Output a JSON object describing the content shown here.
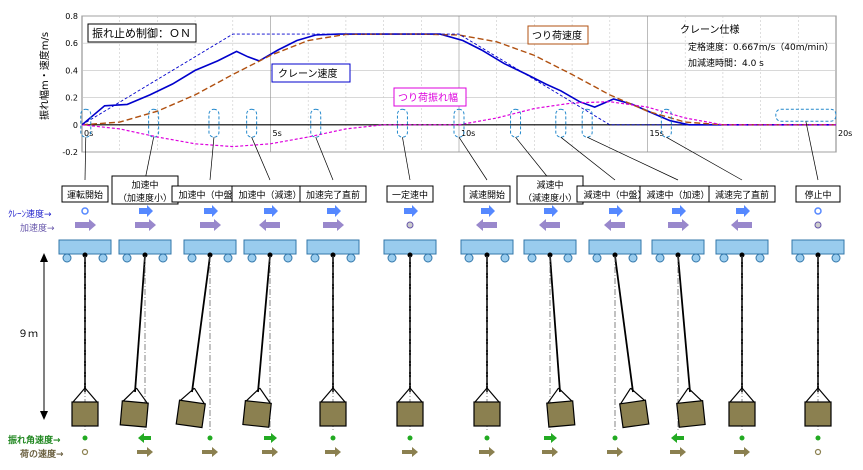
{
  "chart_data": {
    "type": "line",
    "title": "振れ止め制御：ＯＮ",
    "ylabel": "振れ幅m・速度m/s",
    "xlim": [
      0,
      20
    ],
    "ylim": [
      -0.2,
      0.8
    ],
    "x_ticks": [
      "0s",
      "5s",
      "10s",
      "15s",
      "20s"
    ],
    "y_ticks": [
      "0.8",
      "0.6",
      "0.4",
      "0.2",
      "0",
      "-0.2"
    ],
    "series": [
      {
        "name": "クレーン速度",
        "color": "#0000cc",
        "x": [
          0,
          0.6,
          1.2,
          1.8,
          2.4,
          3.0,
          3.6,
          4.1,
          4.4,
          4.7,
          5.2,
          5.7,
          6.2,
          6.8,
          8,
          9.5,
          10.1,
          10.6,
          11.2,
          11.8,
          12.3,
          12.7,
          13.2,
          13.6,
          14.1,
          14.6,
          15.1,
          15.6,
          16.1,
          16.5,
          17,
          20
        ],
        "y": [
          0,
          0.14,
          0.15,
          0.22,
          0.3,
          0.4,
          0.47,
          0.54,
          0.5,
          0.47,
          0.55,
          0.62,
          0.66,
          0.667,
          0.667,
          0.667,
          0.62,
          0.55,
          0.45,
          0.37,
          0.3,
          0.25,
          0.17,
          0.13,
          0.19,
          0.15,
          0.09,
          0.03,
          0.0,
          0.0,
          0.0,
          0.0
        ]
      },
      {
        "name": "つり荷速度",
        "color": "#b05010",
        "x": [
          0,
          1,
          2,
          3,
          4,
          5,
          6,
          7,
          8,
          9,
          10,
          11,
          12,
          13,
          14,
          15,
          16,
          17,
          20
        ],
        "y": [
          0,
          0.02,
          0.1,
          0.22,
          0.37,
          0.51,
          0.62,
          0.665,
          0.667,
          0.667,
          0.66,
          0.61,
          0.51,
          0.37,
          0.22,
          0.1,
          0.02,
          0,
          0
        ]
      },
      {
        "name": "つり荷振れ幅",
        "color": "#dd00dd",
        "x": [
          0,
          1,
          2,
          3,
          4,
          5,
          6,
          7,
          8,
          9,
          10,
          11,
          12,
          13,
          14,
          15,
          16,
          17,
          20
        ],
        "y": [
          0,
          -0.03,
          -0.09,
          -0.14,
          -0.16,
          -0.14,
          -0.09,
          -0.03,
          0,
          0,
          0,
          0.05,
          0.12,
          0.16,
          0.17,
          0.13,
          0.05,
          0,
          0
        ]
      },
      {
        "name": "",
        "color": "#0000cc",
        "dash": true,
        "x": [
          0,
          4,
          10,
          14,
          16
        ],
        "y": [
          0,
          0.667,
          0.667,
          0,
          0
        ]
      }
    ],
    "annotations": {
      "spec_title": "クレーン仕様",
      "spec_rated": "定格速度：0.667m/s（40m/min）",
      "spec_accel": "加減速時間：4.0 s"
    }
  },
  "stages": [
    {
      "label": [
        "運転開始"
      ]
    },
    {
      "label": [
        "加速中",
        "（加速度小）"
      ]
    },
    {
      "label": [
        "加速中（中盤）"
      ]
    },
    {
      "label": [
        "加速中（減速）"
      ]
    },
    {
      "label": [
        "加速完了直前"
      ]
    },
    {
      "label": [
        "一定速中"
      ]
    },
    {
      "label": [
        "減速開始"
      ]
    },
    {
      "label": [
        "減速中",
        "（減速度小）"
      ]
    },
    {
      "label": [
        "減速中（中盤）"
      ]
    },
    {
      "label": [
        "減速中（加速）"
      ]
    },
    {
      "label": [
        "減速完了直前"
      ]
    },
    {
      "label": [
        "停止中"
      ]
    }
  ],
  "labels": {
    "crane_speed": "ｸﾚｰﾝ速度→",
    "acceleration": "加速度→",
    "height": "９ｍ",
    "swing_angular_speed": "振れ角速度→",
    "load_speed": "荷の速度→"
  },
  "colors": {
    "crane_body": "#99ccee",
    "load": "#8b8050",
    "arrow_blue": "#5588ff",
    "arrow_purple": "#9988cc",
    "arrow_green": "#22aa22",
    "arrow_olive": "#8b8050"
  }
}
